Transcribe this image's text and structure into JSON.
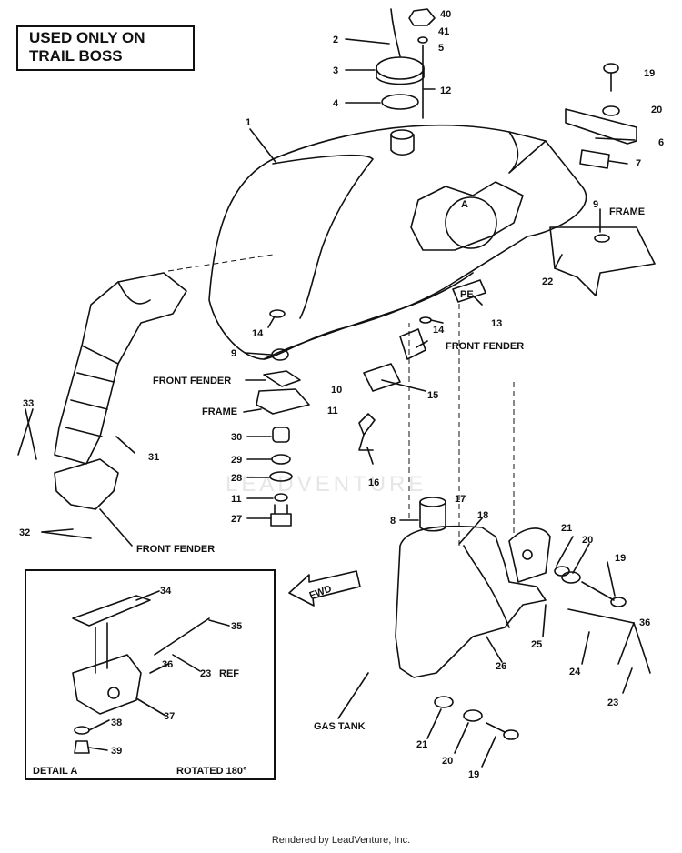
{
  "notice": {
    "line1": "USED ONLY ON",
    "line2": "TRAIL BOSS"
  },
  "watermark": "LEADVENTURE",
  "footer": "Rendered by LeadVenture, Inc.",
  "detail": {
    "title": "DETAIL A",
    "rotation": "ROTATED 180°"
  },
  "callouts": {
    "front_fender": "FRONT FENDER",
    "frame": "FRAME",
    "gas_tank": "GAS TANK",
    "fwd": "FWD",
    "ref": "REF",
    "detail_marker": "A",
    "pe_tag": "PE"
  },
  "part_numbers": [
    "1",
    "2",
    "3",
    "4",
    "5",
    "6",
    "7",
    "8",
    "9",
    "10",
    "11",
    "12",
    "13",
    "14",
    "15",
    "16",
    "17",
    "18",
    "19",
    "20",
    "21",
    "22",
    "23",
    "24",
    "25",
    "26",
    "27",
    "28",
    "29",
    "30",
    "31",
    "32",
    "33",
    "34",
    "35",
    "36",
    "37",
    "38",
    "39",
    "40",
    "41"
  ]
}
